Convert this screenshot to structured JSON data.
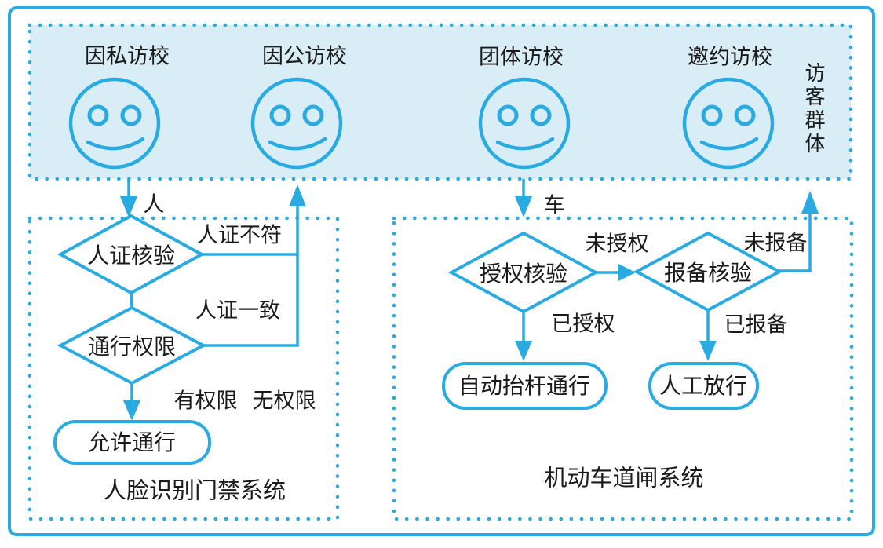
{
  "colors": {
    "line": "#29ABE2",
    "band": "#D9EDF7",
    "ink": "#1A1A1A",
    "bg": "#FFFFFF"
  },
  "visitor_band": {
    "side_label": "访客群体",
    "groups": [
      {
        "label": "因私访校"
      },
      {
        "label": "因公访校"
      },
      {
        "label": "团体访校"
      },
      {
        "label": "邀约访校"
      }
    ]
  },
  "left_system": {
    "caption": "人脸识别门禁系统",
    "entry_label": "人",
    "decisions": [
      {
        "label": "人证核验"
      },
      {
        "label": "通行权限"
      }
    ],
    "edges": {
      "mismatch": "人证不符",
      "match": "人证一致",
      "has_permission": "有权限",
      "no_permission": "无权限"
    },
    "terminal": "允许通行"
  },
  "right_system": {
    "caption": "机动车道闸系统",
    "entry_label": "车",
    "decisions": [
      {
        "label": "授权核验"
      },
      {
        "label": "报备核验"
      }
    ],
    "edges": {
      "unauthorized": "未授权",
      "unreported": "未报备",
      "authorized": "已授权",
      "reported": "已报备"
    },
    "terminals": [
      "自动抬杆通行",
      "人工放行"
    ]
  }
}
